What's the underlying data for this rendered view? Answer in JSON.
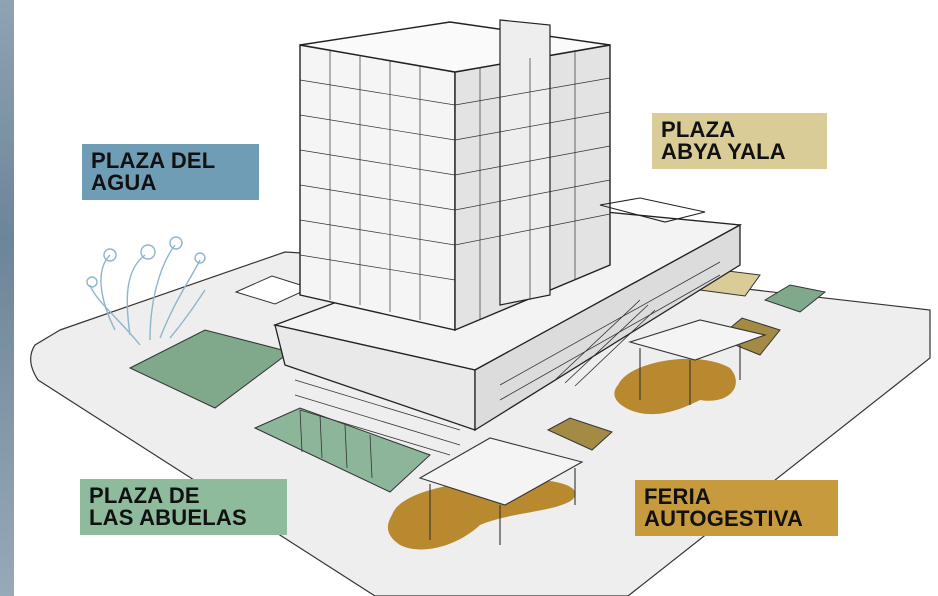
{
  "labels": {
    "plaza_agua": "PLAZA DEL\nAGUA",
    "plaza_abya_yala": "PLAZA\nABYA YALA",
    "plaza_abuelas": "PLAZA DE\nLAS ABUELAS",
    "feria": "FERIA\nAUTOGESTIVA"
  },
  "colors": {
    "agua": "#6f9db5",
    "abya_yala": "#d9cc96",
    "abuelas": "#8dbb9c",
    "feria": "#c79a3e",
    "green_area": "#7fa98a",
    "ochre_area": "#b8892f"
  }
}
